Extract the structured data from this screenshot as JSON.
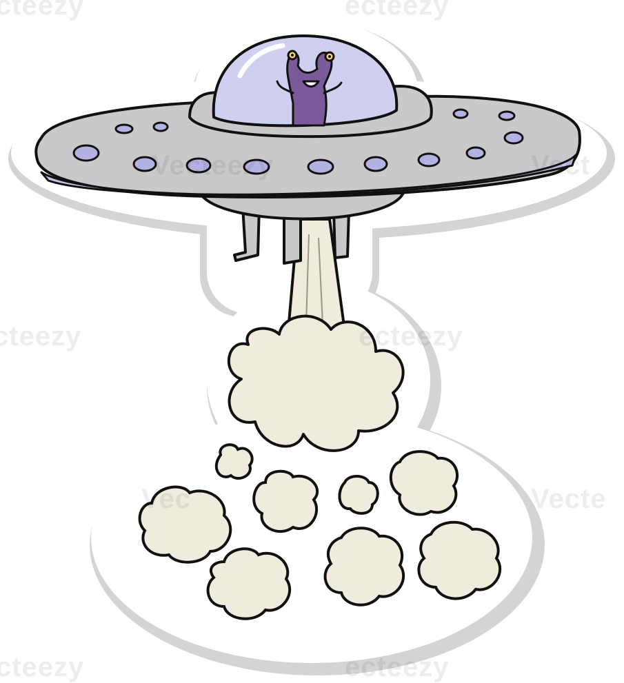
{
  "watermark": {
    "text": "Vecteezy",
    "partial_left": "cteezy",
    "partial_top": "ecteezy",
    "partial_right": "Vect",
    "partial_mid": "Vec",
    "partial_right_low": "Vecte"
  },
  "colors": {
    "outline": "#111111",
    "hull": "#c9c9cc",
    "hull_shadow": "#a9a9ad",
    "rim": "#c3c3e6",
    "port": "#b3b3e3",
    "dome": "#cfcff0",
    "alien": "#7a5a9a",
    "smoke": "#efebdd",
    "sticker_shadow": "#cfcfcf"
  },
  "icons": [
    "ufo-icon",
    "alien-icon",
    "smoke-cloud-icon"
  ]
}
